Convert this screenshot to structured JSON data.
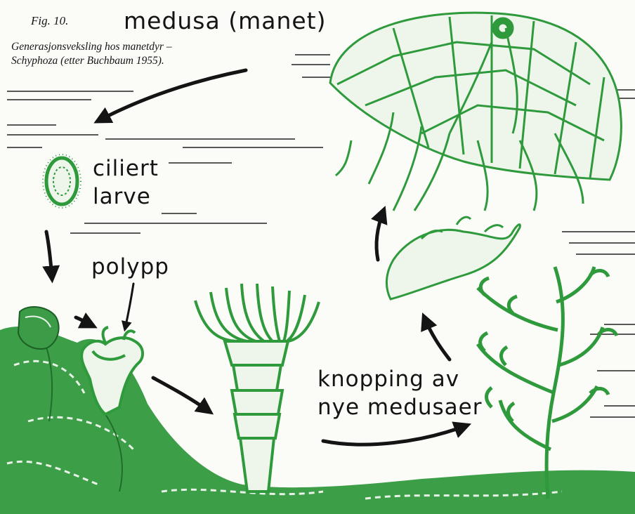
{
  "figure": {
    "fig_label": "Fig. 10.",
    "title": "medusa (manet)",
    "caption_line1": "Generasjonsveksling hos manetdyr –",
    "caption_line2": "Schyphoza (etter Buchbaum 1955)."
  },
  "labels": {
    "ciliert": "ciliert",
    "larve": "larve",
    "polypp": "polypp",
    "knopping_line1": "knopping av",
    "knopping_line2": "nye medusaer"
  },
  "colors": {
    "organism_green": "#2e9a3c",
    "arrow": "#141414",
    "background": "#fbfbf8"
  },
  "stages": [
    "medusa",
    "ciliated larva",
    "polyp",
    "strobila",
    "budding",
    "ephyra"
  ]
}
